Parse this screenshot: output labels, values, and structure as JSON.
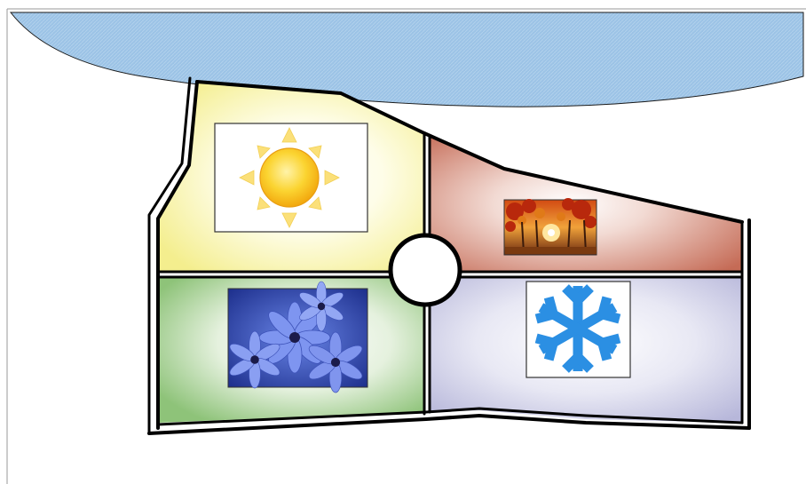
{
  "diagram": {
    "colors": {
      "sky": "#9cc3e6",
      "summer": "#f5f09a",
      "autumn": "#c9705c",
      "spring": "#9ccc86",
      "winter": "#b9b9dc",
      "outline": "#000000",
      "snowflake": "#2b8fe3",
      "sun": "#f7c21a",
      "sun_rays": "#fbe079"
    },
    "regions": [
      {
        "name": "summer",
        "picture": "sun-icon"
      },
      {
        "name": "autumn",
        "picture": "autumn-forest-photo"
      },
      {
        "name": "spring",
        "picture": "blue-flowers-photo"
      },
      {
        "name": "winter",
        "picture": "snowflake-icon"
      }
    ],
    "center": "circle-hub"
  }
}
